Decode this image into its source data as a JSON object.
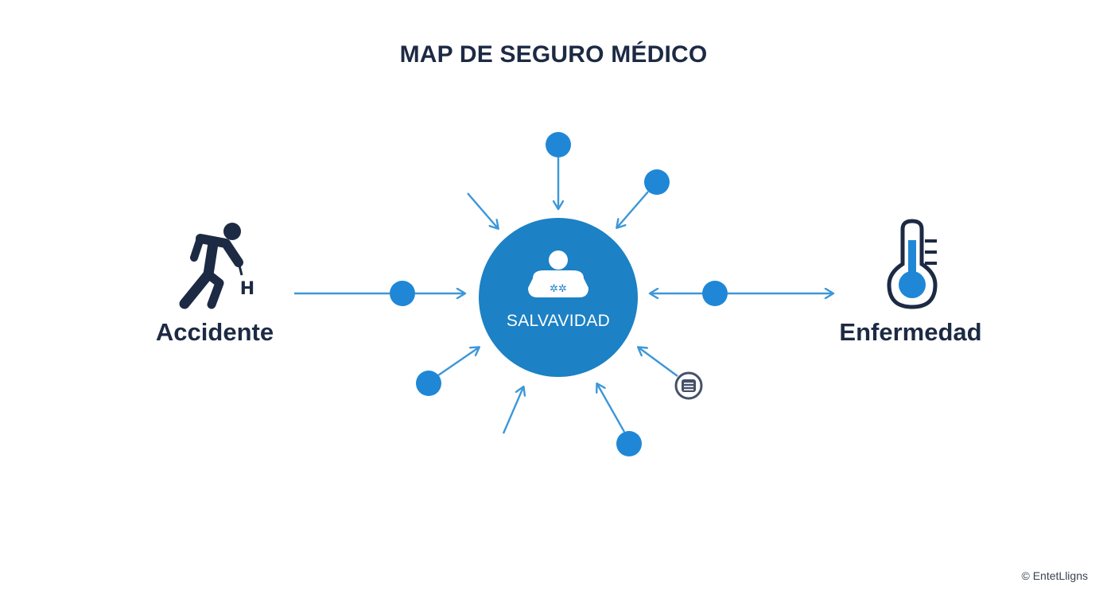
{
  "title": "MAP DE SEGURO MÉDICO",
  "center": {
    "label": "SALVAVIDAD",
    "icon": "person-shield-icon"
  },
  "left_node": {
    "label": "Accidente",
    "icon": "falling-person-icon"
  },
  "right_node": {
    "label": "Enfermedad",
    "icon": "thermometer-icon"
  },
  "credit": "© EntetLligns",
  "colors": {
    "primary": "#1c81c5",
    "dot": "#1f87d6",
    "arrow": "#3c97d8",
    "dark": "#1d2a44"
  }
}
